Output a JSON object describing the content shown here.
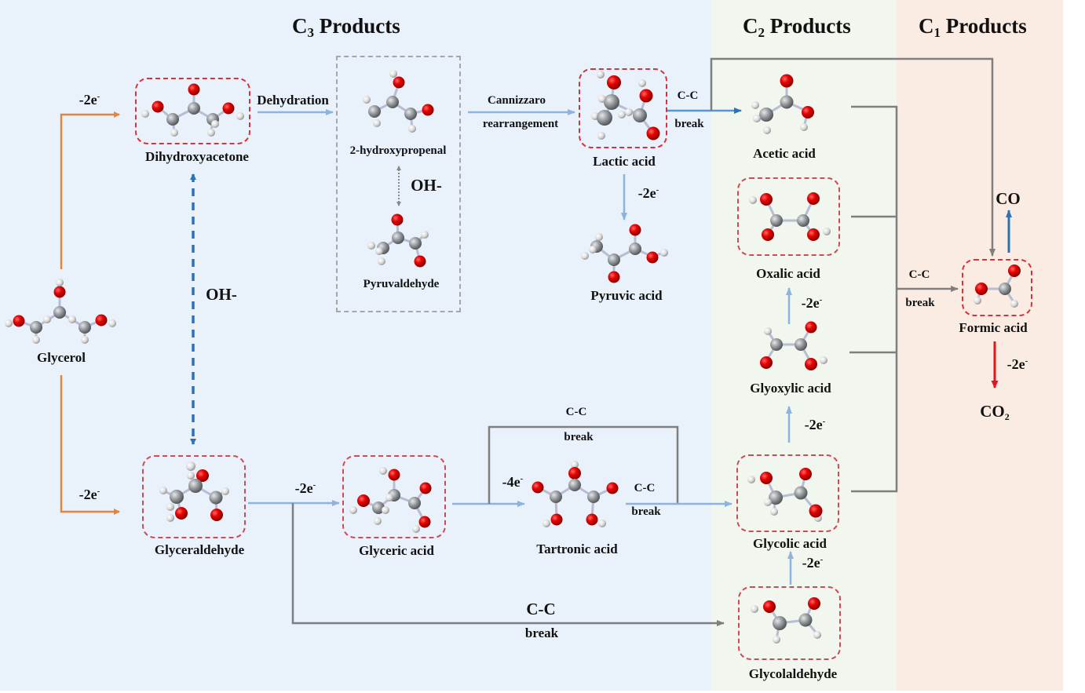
{
  "panels": [
    {
      "id": "c3",
      "title_main": "C",
      "title_sub": "3",
      "title_rest": " Products",
      "color": "#e9f1fa"
    },
    {
      "id": "c2",
      "title_main": "C",
      "title_sub": "2",
      "title_rest": " Products",
      "color": "#f1f6ee"
    },
    {
      "id": "c1",
      "title_main": "C",
      "title_sub": "1",
      "title_rest": " Products",
      "color": "#fbece3"
    }
  ],
  "molecules": {
    "glycerol": "Glycerol",
    "dihydroxyacetone": "Dihydroxyacetone",
    "hydroxypropenal": "2-hydroxypropenal",
    "pyruvaldehyde": "Pyruvaldehyde",
    "lactic_acid": "Lactic acid",
    "pyruvic_acid": "Pyruvic acid",
    "glyceraldehyde": "Glyceraldehyde",
    "glyceric_acid": "Glyceric acid",
    "tartronic_acid": "Tartronic acid",
    "acetic_acid": "Acetic acid",
    "oxalic_acid": "Oxalic acid",
    "glyoxylic_acid": "Glyoxylic acid",
    "glycolic_acid": "Glycolic acid",
    "glycolaldehyde": "Glycolaldehyde",
    "formic_acid": "Formic acid",
    "co": "CO",
    "co2_main": "CO",
    "co2_sub": "2"
  },
  "reactions": {
    "electron_2": "-2e",
    "electron_4": "-4e",
    "electron_sup": "-",
    "dehydration": "Dehydration",
    "oh_minus": "OH-",
    "cannizzaro_1": "Cannizzaro",
    "cannizzaro_2": "rearrangement",
    "cc": "C-C",
    "break": "break"
  },
  "colors": {
    "orange_arrow": "#e8843a",
    "light_blue_arrow": "#8db3e0",
    "dark_blue_arrow": "#2e72b3",
    "gray_line": "#7f7f7f",
    "red_arrow": "#e8141c",
    "highlight_box": "#d7323c",
    "oxygen": "#e00000",
    "carbon": "#8f9396",
    "hydrogen": "#e6e6e6"
  }
}
